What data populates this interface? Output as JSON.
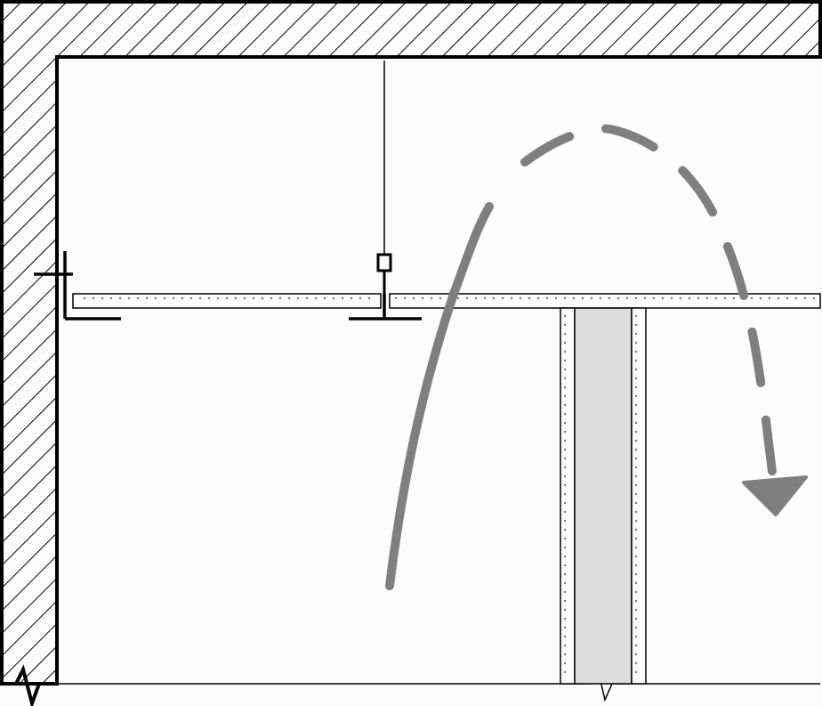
{
  "colors": {
    "background": "#fcfcfc",
    "line": "#000000",
    "hatch": "#000000",
    "panel_fill": "#fcfcfc",
    "panel_dots": "#777777",
    "stud_fill": "#dcdcdc",
    "airflow": "#7f7f7f"
  },
  "elements": {
    "structure": "hatched-slab-and-wall",
    "ceiling": "suspended-ceiling-panels",
    "hanger": "hanger-wire-with-clip",
    "tee": "t-bar-grid",
    "wall_angle": "wall-angle-trim",
    "partition": "partition-wall-stopping-at-ceiling",
    "airflow": "air-leakage-path-arrow"
  }
}
